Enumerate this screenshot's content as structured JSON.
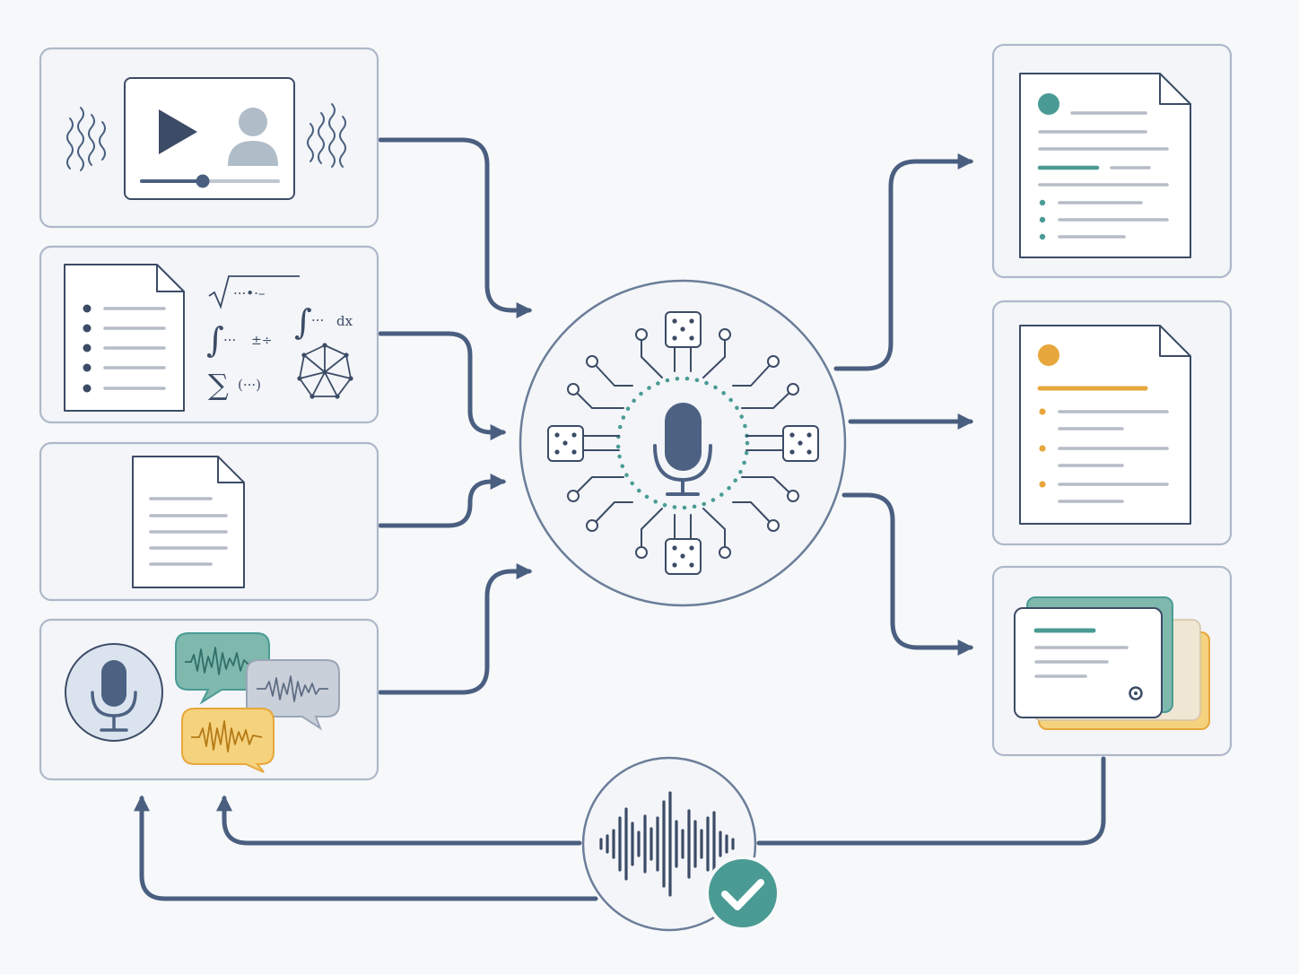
{
  "colors": {
    "background": "#f7f8fa",
    "panel_fill": "#f3f5f8",
    "panel_stroke": "#aeb8c9",
    "arrow": "#4a5f80",
    "ink": "#3c4b66",
    "line_gray": "#b6bcc6",
    "teal": "#4a9b94",
    "orange": "#e7a73c",
    "yellow_fill": "#f5d27d",
    "teal_fill": "#7fb8ad",
    "gray_fill": "#c9d0da",
    "mic_fill": "#4d6283",
    "check_fill": "#4a9b94"
  },
  "inputs": [
    {
      "id": "video",
      "icons": [
        "squiggle-icon",
        "video-player-icon",
        "play-icon",
        "user-icon",
        "progress-slider"
      ]
    },
    {
      "id": "document-math",
      "icons": [
        "bulleted-document-icon",
        "math-formulas",
        "polyhedron-icon"
      ]
    },
    {
      "id": "text-document",
      "icons": [
        "text-document-icon"
      ]
    },
    {
      "id": "speech",
      "icons": [
        "microphone-icon",
        "speech-bubble-teal-icon",
        "speech-bubble-gray-icon",
        "speech-bubble-yellow-icon"
      ]
    }
  ],
  "math": {
    "sqrt_content": "···•·–",
    "integral_content": "···",
    "fraction_content": "±÷",
    "integral_dx": "dx",
    "sum_content": "(···)"
  },
  "hub": {
    "icons": [
      "microphone-icon",
      "dice-icon",
      "circuit-node-icon"
    ]
  },
  "outputs": [
    {
      "id": "teal-report",
      "accent": "#4a9b94"
    },
    {
      "id": "orange-report",
      "accent": "#e7a73c"
    },
    {
      "id": "card-stack",
      "accent": "#4a9b94"
    }
  ],
  "feedback": {
    "icons": [
      "waveform-icon",
      "check-icon"
    ]
  }
}
